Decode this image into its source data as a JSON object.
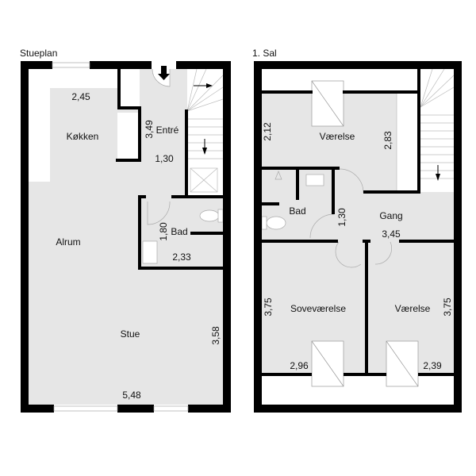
{
  "ground_floor": {
    "title": "Stueplan",
    "rooms": {
      "kitchen": {
        "name": "Køkken",
        "width": "2,45",
        "length": "3,49"
      },
      "entry": {
        "name": "Entré",
        "width": "1,30"
      },
      "bath": {
        "name": "Bad",
        "length": "1,80",
        "width": "2,33"
      },
      "family_room": {
        "name": "Alrum"
      },
      "living_room": {
        "name": "Stue",
        "width": "5,48",
        "length": "3,58"
      }
    }
  },
  "first_floor": {
    "title": "1. Sal",
    "rooms": {
      "room_top": {
        "name": "Værelse",
        "length": "2,12",
        "width": "2,83"
      },
      "bath": {
        "name": "Bad",
        "length": "1,30"
      },
      "hall": {
        "name": "Gang",
        "width": "3,45"
      },
      "bedroom": {
        "name": "Soveværelse",
        "length": "3,75",
        "width": "2,96"
      },
      "room_bottom": {
        "name": "Værelse",
        "length": "3,75",
        "width": "2,39"
      }
    }
  },
  "colors": {
    "wall": "#000000",
    "floor": "#e6e6e6",
    "window": "#ffffff",
    "line": "#999999"
  }
}
